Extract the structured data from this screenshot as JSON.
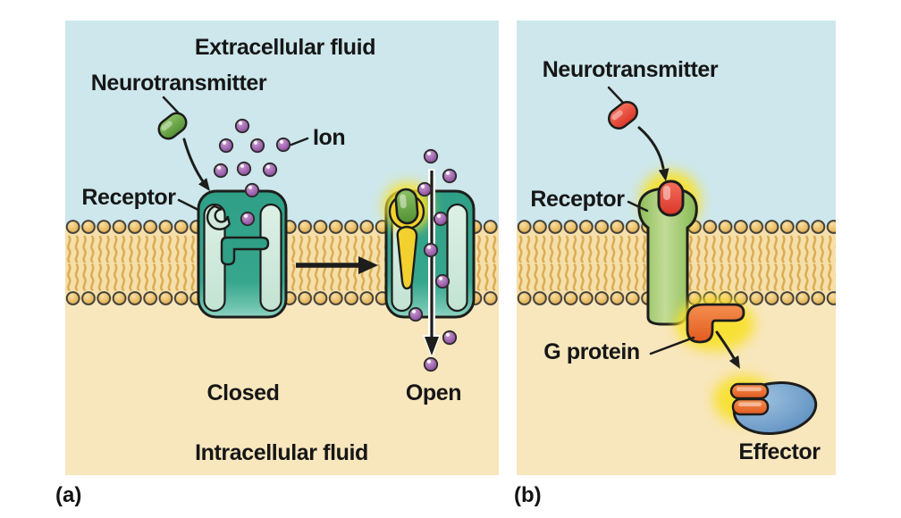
{
  "figure": {
    "panel_a": {
      "tag": "(a)",
      "labels": {
        "extracellular_fluid": "Extracellular fluid",
        "neurotransmitter": "Neurotransmitter",
        "ion": "Ion",
        "receptor": "Receptor",
        "closed": "Closed",
        "open": "Open",
        "intracellular_fluid": "Intracellular fluid"
      }
    },
    "panel_b": {
      "tag": "(b)",
      "labels": {
        "neurotransmitter": "Neurotransmitter",
        "receptor": "Receptor",
        "g_protein": "G protein",
        "effector": "Effector"
      }
    },
    "colors": {
      "extracellular_fluid": "#cde7ec",
      "intracellular_fluid": "#f8e6bd",
      "membrane_tail_area": "#f5dfaa",
      "lipid_head": "#ecc26d",
      "lipid_tail": "#dcab52",
      "outline": "#1d1d1b",
      "ion_channel_teal": "#2fa18a",
      "ion_channel_mint": "#cfe9dc",
      "neurotransmitter_a_green": "#6fae4b",
      "ion_purple": "#a66cb3",
      "activation_yellow": "#f6d92e",
      "receptor_b_green": "#a5cc6e",
      "neurotransmitter_b_red": "#e94a3d",
      "g_protein_orange": "#ee7b3a",
      "effector_blue": "#6d9dc8"
    }
  }
}
